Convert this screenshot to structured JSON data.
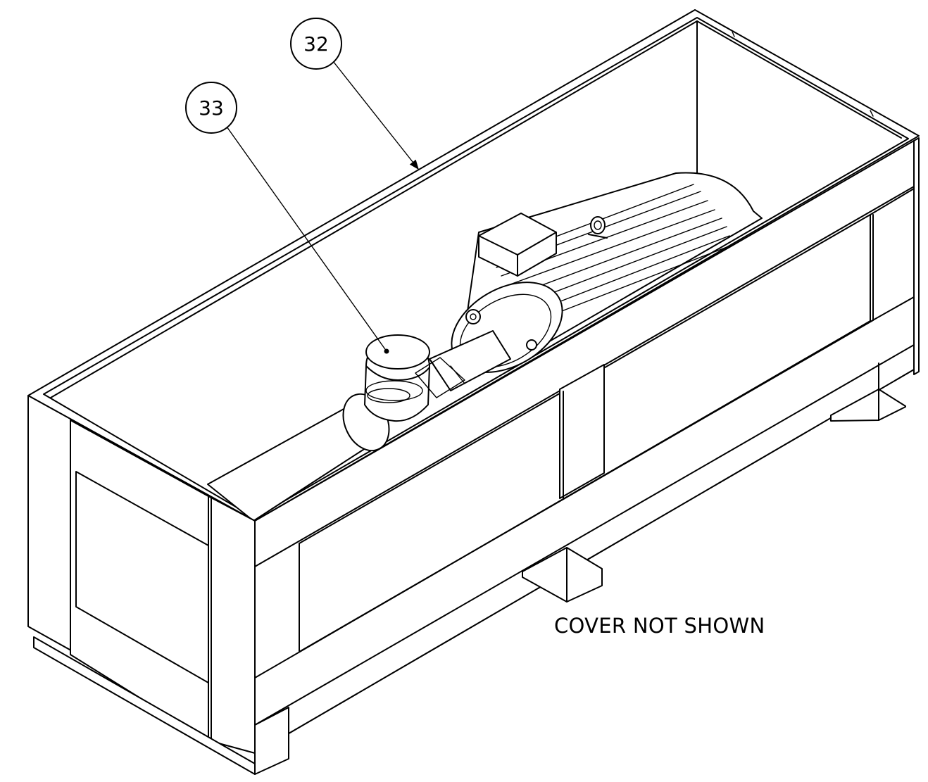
{
  "callouts": [
    {
      "label": "32",
      "target": "crate"
    },
    {
      "label": "33",
      "target": "filter-cap"
    }
  ],
  "note": "COVER NOT SHOWN"
}
